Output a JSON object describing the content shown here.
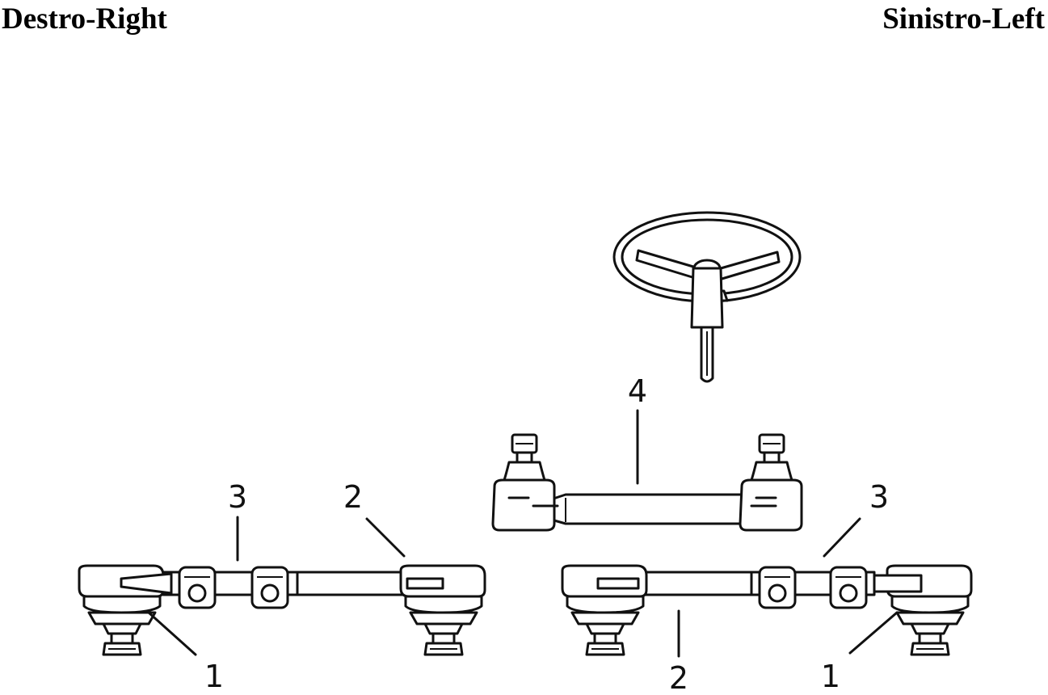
{
  "headings": {
    "right": "Destro-Right",
    "left": "Sinistro-Left"
  },
  "callouts": {
    "right_assembly": {
      "tie_rod_end": "1",
      "tie_rod": "2",
      "adjuster": "3"
    },
    "left_assembly": {
      "tie_rod_end": "1",
      "tie_rod": "2",
      "adjuster": "3"
    },
    "center_link": "4"
  },
  "colors": {
    "line": "#111111",
    "background": "#ffffff"
  }
}
